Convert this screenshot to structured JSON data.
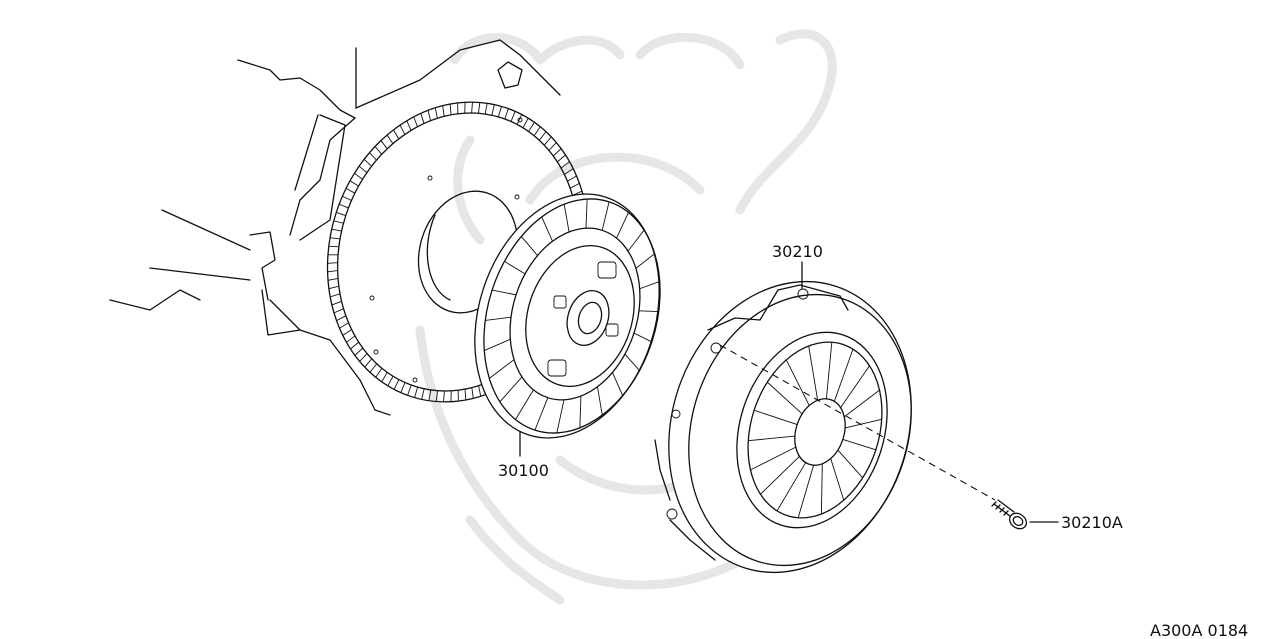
{
  "parts": [
    {
      "id": "flywheel",
      "label": ""
    },
    {
      "id": "clutch-disc",
      "label": "30100"
    },
    {
      "id": "clutch-cover",
      "label": "30210"
    },
    {
      "id": "cover-bolt",
      "label": "30210A"
    }
  ],
  "diagram_code": "A300A 0184",
  "colors": {
    "ink": "#111111",
    "watermark": "#e6e6e6",
    "background": "#ffffff"
  }
}
